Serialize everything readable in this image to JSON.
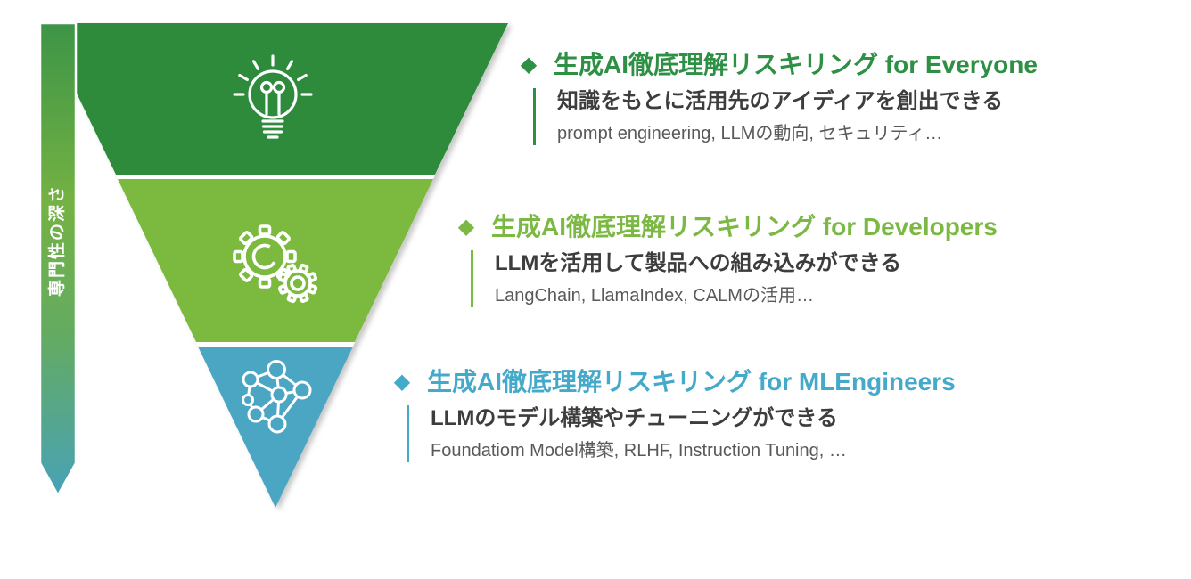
{
  "diagram": {
    "axis": {
      "label": "専門性の深さ",
      "gradient_colors": [
        "#3d9447",
        "#74b243",
        "#48a2b6"
      ],
      "text_color": "#ffffff"
    },
    "funnel_levels": [
      {
        "id": "everyone",
        "color": "#2e8b3c",
        "icon": "lightbulb-icon"
      },
      {
        "id": "developers",
        "color": "#7cb93f",
        "icon": "gears-icon"
      },
      {
        "id": "mlengineers",
        "color": "#4ba6c3",
        "icon": "network-icon"
      }
    ],
    "separator_color": "#ffffff",
    "blocks": [
      {
        "bullet": "◆",
        "title": "生成AI徹底理解リスキリング for Everyone",
        "subtitle": "知識をもとに活用先のアイディアを創出できる",
        "examples": "prompt engineering, LLMの動向, セキュリティ…",
        "accent": "#2e9044"
      },
      {
        "bullet": "◆",
        "title": "生成AI徹底理解リスキリング for Developers",
        "subtitle": "LLMを活用して製品への組み込みができる",
        "examples": "LangChain, LlamaIndex, CALMの活用…",
        "accent": "#7cb944"
      },
      {
        "bullet": "◆",
        "title": "生成AI徹底理解リスキリング for MLEngineers",
        "subtitle": "LLMのモデル構築やチューニングができる",
        "examples": "Foundatiom Model構築, RLHF, Instruction Tuning, …",
        "accent": "#45a9c9"
      }
    ]
  }
}
